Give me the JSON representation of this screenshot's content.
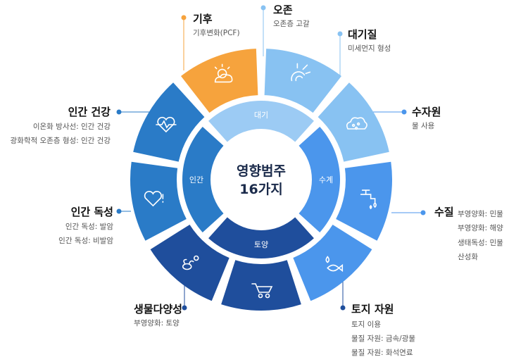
{
  "center": {
    "line1": "영향범주",
    "line2": "16가지"
  },
  "groups": [
    {
      "key": "air",
      "label": "대기"
    },
    {
      "key": "water",
      "label": "수계"
    },
    {
      "key": "soil",
      "label": "토양"
    },
    {
      "key": "human",
      "label": "인간"
    }
  ],
  "categories": [
    {
      "key": "climate",
      "title": "기후",
      "details": [
        "기후변화(PCF)"
      ],
      "color": "#F6A33D",
      "icon": "cloud-sun-icon"
    },
    {
      "key": "ozone",
      "title": "오존",
      "details": [
        "오존층 고갈"
      ],
      "color": "#88C2F2",
      "icon": "ozone-depletion-icon"
    },
    {
      "key": "atmosphere",
      "title": "대기질",
      "details": [
        "미세먼지 형성"
      ],
      "color": "#88C2F2",
      "icon": "particulate-cloud-icon"
    },
    {
      "key": "water-resource",
      "title": "수자원",
      "details": [
        "물 사용"
      ],
      "color": "#4B96EC",
      "icon": "faucet-icon"
    },
    {
      "key": "water-quality",
      "title": "수질",
      "details": [
        "부영양화: 민물",
        "부영양화: 해양",
        "생태독성: 민물",
        "산성화"
      ],
      "color": "#4B96EC",
      "icon": "fish-drop-icon"
    },
    {
      "key": "land",
      "title": "토지 자원",
      "details": [
        "토지 이용",
        "물질 자원: 금속/광물",
        "물질 자원: 화석연료"
      ],
      "color": "#1F4E9C",
      "icon": "wheelbarrow-icon"
    },
    {
      "key": "biodiversity",
      "title": "생물다양성",
      "details": [
        "부영양화: 토양"
      ],
      "color": "#1F4E9C",
      "icon": "bee-flower-icon"
    },
    {
      "key": "human-tox",
      "title": "인간 독성",
      "details": [
        "인간 독성: 발암",
        "인간 독성: 비발암"
      ],
      "color": "#2A7BC7",
      "icon": "heart-warning-icon"
    },
    {
      "key": "human-health",
      "title": "인간 건강",
      "details": [
        "이온화 방사선: 인간 건강",
        "광화학적 오존층 형성: 인간 건강"
      ],
      "color": "#2A7BC7",
      "icon": "heart-pulse-icon"
    }
  ]
}
